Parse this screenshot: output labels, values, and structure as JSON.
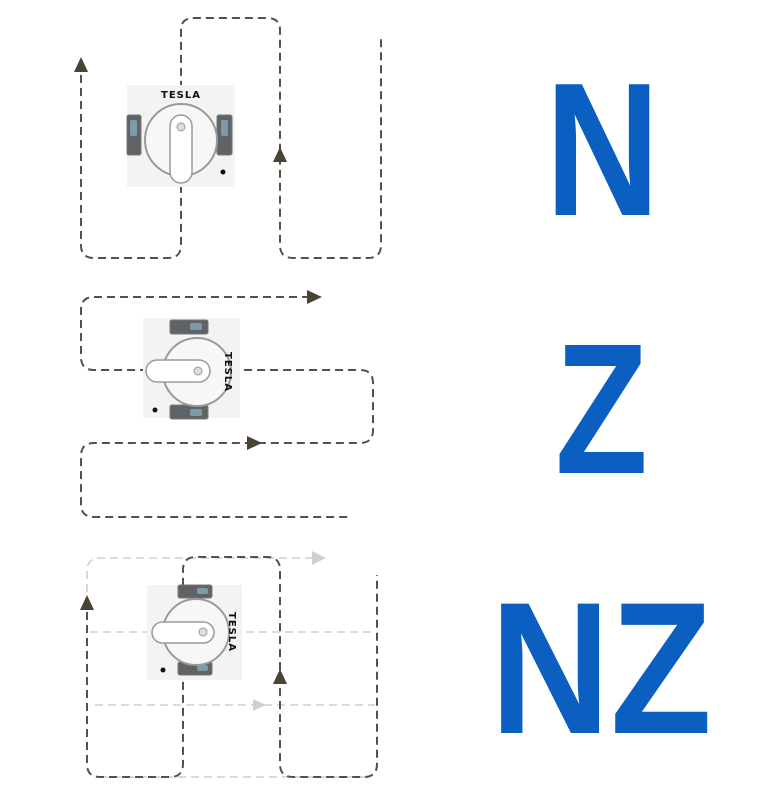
{
  "brand": "TESLA",
  "modes": [
    {
      "label": "N",
      "description_rows": "vertical"
    },
    {
      "label": "Z",
      "description_rows": "horizontal"
    },
    {
      "label": "NZ",
      "description_rows": "both"
    }
  ],
  "colors": {
    "accent": "#0a5fc0",
    "path": "#55504a",
    "path_light": "#cfcfcf"
  }
}
